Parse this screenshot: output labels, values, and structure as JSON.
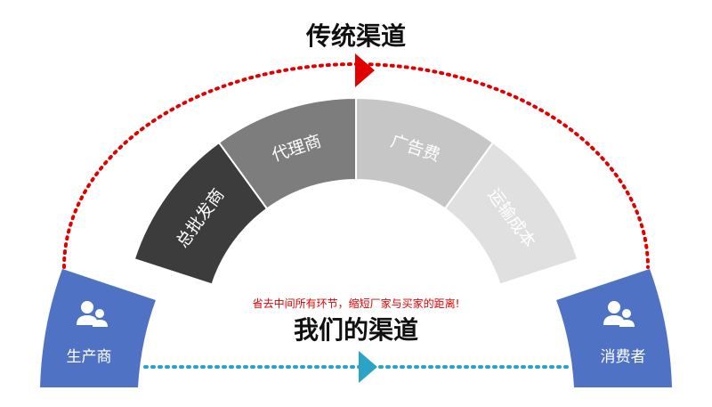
{
  "diagram": {
    "top_title": "传统渠道",
    "bottom_title": "我们的渠道",
    "note": "省去中间所有环节，缩短厂家与买家的距离!",
    "producer": {
      "label": "生产商",
      "icon": "people-icon",
      "color": "#4f72c4"
    },
    "consumer": {
      "label": "消费者",
      "icon": "people-icon",
      "color": "#4f72c4"
    },
    "segments": [
      {
        "label": "总批发商",
        "color": "#3c3c3c"
      },
      {
        "label": "代理商",
        "color": "#7d7d7d"
      },
      {
        "label": "广告费",
        "color": "#c6c6c6"
      },
      {
        "label": "运输成本",
        "color": "#e0e0e0"
      }
    ],
    "arrow_colors": {
      "top": "#e00000",
      "bottom": "#2aa3c4"
    }
  }
}
